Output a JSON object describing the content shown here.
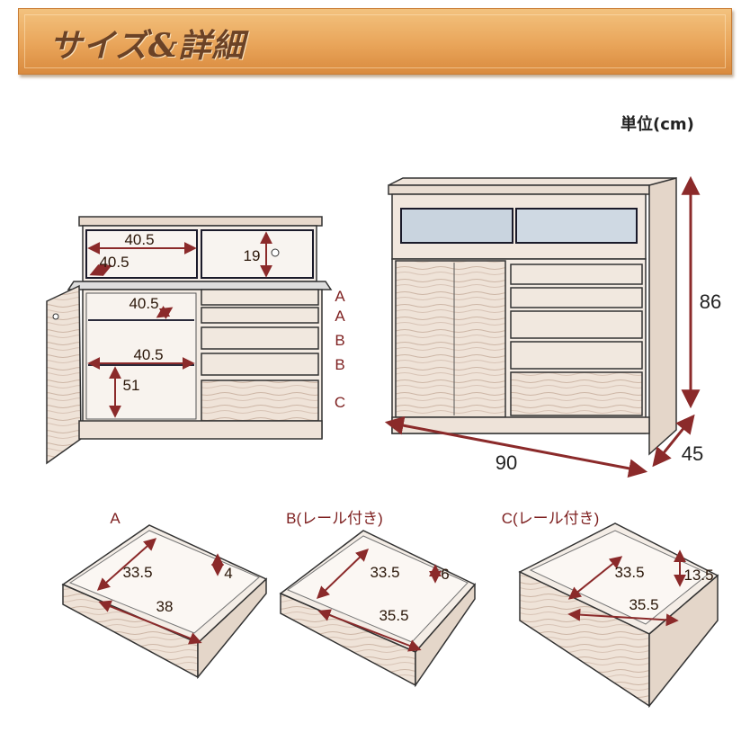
{
  "header": {
    "title": "サイズ&詳細"
  },
  "unit_label": "単位(cm)",
  "open_view": {
    "top_width": "40.5",
    "top_depth": "40.5",
    "top_height": "19",
    "shelf_depth": "40.5",
    "shelf_width": "40.5",
    "cabinet_height": "51",
    "drawer_labels": [
      "A",
      "A",
      "B",
      "B",
      "C"
    ]
  },
  "closed_view": {
    "height": "86",
    "width": "90",
    "depth": "45"
  },
  "drawers": [
    {
      "label": "A",
      "depth": "33.5",
      "height": "4",
      "width": "38"
    },
    {
      "label": "B(レール付き)",
      "depth": "33.5",
      "height": "6",
      "width": "35.5"
    },
    {
      "label": "C(レール付き)",
      "depth": "33.5",
      "height": "13.5",
      "width": "35.5"
    }
  ],
  "colors": {
    "accent": "#8b2a2a",
    "banner": "#e9a55a",
    "wood": "#efe2d6"
  }
}
